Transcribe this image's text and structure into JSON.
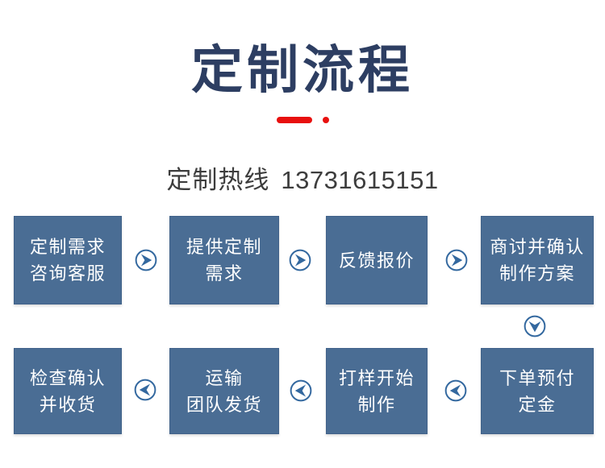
{
  "header": {
    "title": "定制流程",
    "hotline_label": "定制热线",
    "hotline_number": "13731615151"
  },
  "colors": {
    "title_navy": "#2d3e62",
    "accent_red": "#e8100e",
    "box_fill": "#4a6d94",
    "box_text": "#ffffff",
    "arrow_blue": "#33689f",
    "hotline_text": "#3d3d3d",
    "background": "#ffffff"
  },
  "flow": {
    "row1": [
      {
        "lines": [
          "定制需求",
          "咨询客服"
        ]
      },
      {
        "lines": [
          "提供定制",
          "需求"
        ]
      },
      {
        "lines": [
          "反馈报价"
        ]
      },
      {
        "lines": [
          "商讨并确认",
          "制作方案"
        ]
      }
    ],
    "row2": [
      {
        "lines": [
          "检查确认",
          "并收货"
        ]
      },
      {
        "lines": [
          "运输",
          "团队发货"
        ]
      },
      {
        "lines": [
          "打样开始",
          "制作"
        ]
      },
      {
        "lines": [
          "下单预付",
          "定金"
        ]
      }
    ],
    "icons": {
      "row1_connector": "arrow-right-icon",
      "row_transition": "arrow-down-icon",
      "row2_connector": "arrow-left-icon"
    }
  }
}
